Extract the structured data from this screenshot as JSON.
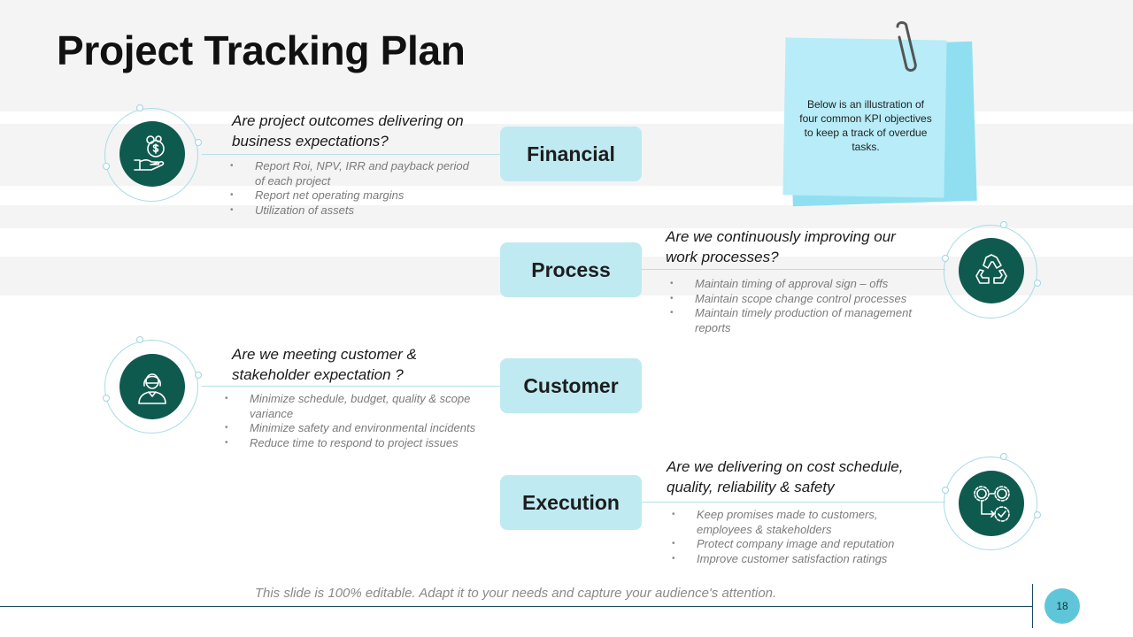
{
  "title": "Project Tracking Plan",
  "note": {
    "text": "Below is an illustration of four common KPI objectives  to keep a track of overdue  tasks."
  },
  "sections": [
    {
      "label": "Financial",
      "question": "Are project outcomes delivering on business expectations?",
      "icon": "money-hand-icon",
      "bullets": [
        "Report Roi, NPV, IRR and payback period of each project",
        "Report net operating margins",
        "Utilization of assets"
      ]
    },
    {
      "label": "Process",
      "question": "Are we continuously improving our work processes?",
      "icon": "recycle-icon",
      "bullets": [
        "Maintain timing of approval sign – offs",
        "Maintain scope change control processes",
        "Maintain timely production of management reports"
      ]
    },
    {
      "label": "Customer",
      "question": "Are we meeting customer & stakeholder expectation ?",
      "icon": "customer-icon",
      "bullets": [
        "Minimize schedule, budget, quality & scope variance",
        "Minimize safety and environmental incidents",
        "Reduce time  to respond to project issues"
      ]
    },
    {
      "label": "Execution",
      "question": "Are we delivering on cost schedule, quality, reliability & safety",
      "icon": "gears-workflow-icon",
      "bullets": [
        "Keep promises made to customers, employees & stakeholders",
        "Protect company image and reputation",
        "Improve customer satisfaction ratings"
      ]
    }
  ],
  "footer": "This slide is 100% editable. Adapt it to your needs and capture your audience's attention.",
  "page_number": "18",
  "colors": {
    "accent_dark": "#0f5a4f",
    "pill": "#bfeaf2",
    "note": "#b7ecf8",
    "page_badge": "#5ec6d8"
  }
}
